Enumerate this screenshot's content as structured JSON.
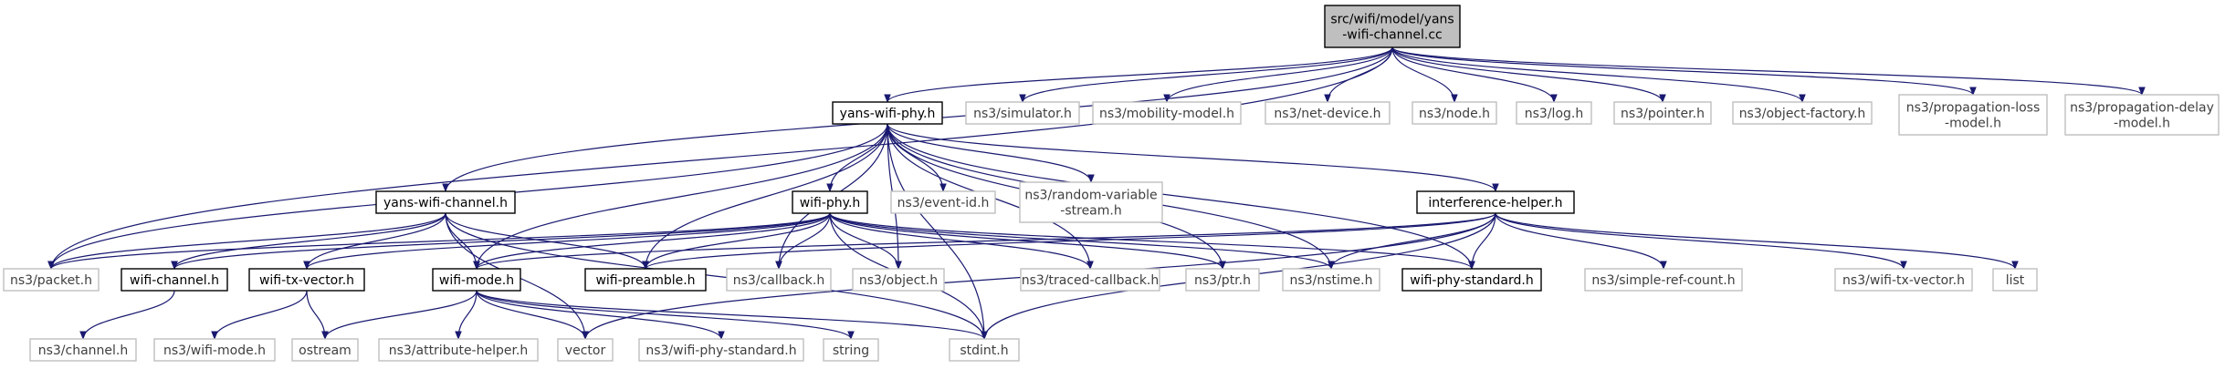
{
  "graph": {
    "colors": {
      "edge": "#191970",
      "root_fill": "#bfbfbf",
      "external_border": "#bfbfbf"
    },
    "nodes": [
      {
        "id": "root",
        "kind": "root",
        "lines": [
          "src/wifi/model/yans",
          "-wifi-channel.cc"
        ]
      },
      {
        "id": "yans-wifi-phy",
        "kind": "local",
        "lines": [
          "yans-wifi-phy.h"
        ]
      },
      {
        "id": "simulator",
        "kind": "external",
        "lines": [
          "ns3/simulator.h"
        ]
      },
      {
        "id": "mobility-model",
        "kind": "external",
        "lines": [
          "ns3/mobility-model.h"
        ]
      },
      {
        "id": "net-device",
        "kind": "external",
        "lines": [
          "ns3/net-device.h"
        ]
      },
      {
        "id": "node",
        "kind": "external",
        "lines": [
          "ns3/node.h"
        ]
      },
      {
        "id": "log",
        "kind": "external",
        "lines": [
          "ns3/log.h"
        ]
      },
      {
        "id": "pointer",
        "kind": "external",
        "lines": [
          "ns3/pointer.h"
        ]
      },
      {
        "id": "object-factory",
        "kind": "external",
        "lines": [
          "ns3/object-factory.h"
        ]
      },
      {
        "id": "propagation-loss",
        "kind": "external",
        "lines": [
          "ns3/propagation-loss",
          "-model.h"
        ]
      },
      {
        "id": "propagation-delay",
        "kind": "external",
        "lines": [
          "ns3/propagation-delay",
          "-model.h"
        ]
      },
      {
        "id": "yans-wifi-channel",
        "kind": "local",
        "lines": [
          "yans-wifi-channel.h"
        ]
      },
      {
        "id": "wifi-phy",
        "kind": "local",
        "lines": [
          "wifi-phy.h"
        ]
      },
      {
        "id": "event-id",
        "kind": "external",
        "lines": [
          "ns3/event-id.h"
        ]
      },
      {
        "id": "random-variable",
        "kind": "external",
        "lines": [
          "ns3/random-variable",
          "-stream.h"
        ]
      },
      {
        "id": "interference-helper",
        "kind": "local",
        "lines": [
          "interference-helper.h"
        ]
      },
      {
        "id": "packet",
        "kind": "external",
        "lines": [
          "ns3/packet.h"
        ]
      },
      {
        "id": "wifi-channel",
        "kind": "local",
        "lines": [
          "wifi-channel.h"
        ]
      },
      {
        "id": "wifi-tx-vector",
        "kind": "local",
        "lines": [
          "wifi-tx-vector.h"
        ]
      },
      {
        "id": "wifi-mode",
        "kind": "local",
        "lines": [
          "wifi-mode.h"
        ]
      },
      {
        "id": "wifi-preamble",
        "kind": "local",
        "lines": [
          "wifi-preamble.h"
        ]
      },
      {
        "id": "callback",
        "kind": "external",
        "lines": [
          "ns3/callback.h"
        ]
      },
      {
        "id": "object",
        "kind": "external",
        "lines": [
          "ns3/object.h"
        ]
      },
      {
        "id": "traced-callback",
        "kind": "external",
        "lines": [
          "ns3/traced-callback.h"
        ]
      },
      {
        "id": "ptr",
        "kind": "external",
        "lines": [
          "ns3/ptr.h"
        ]
      },
      {
        "id": "nstime",
        "kind": "external",
        "lines": [
          "ns3/nstime.h"
        ]
      },
      {
        "id": "wifi-phy-standard",
        "kind": "local",
        "lines": [
          "wifi-phy-standard.h"
        ]
      },
      {
        "id": "simple-ref-count",
        "kind": "external",
        "lines": [
          "ns3/simple-ref-count.h"
        ]
      },
      {
        "id": "ns3-wifi-tx-vector",
        "kind": "external",
        "lines": [
          "ns3/wifi-tx-vector.h"
        ]
      },
      {
        "id": "list",
        "kind": "external",
        "lines": [
          "list"
        ]
      },
      {
        "id": "channel",
        "kind": "external",
        "lines": [
          "ns3/channel.h"
        ]
      },
      {
        "id": "ns3-wifi-mode",
        "kind": "external",
        "lines": [
          "ns3/wifi-mode.h"
        ]
      },
      {
        "id": "ostream",
        "kind": "external",
        "lines": [
          "ostream"
        ]
      },
      {
        "id": "attribute-helper",
        "kind": "external",
        "lines": [
          "ns3/attribute-helper.h"
        ]
      },
      {
        "id": "vector",
        "kind": "external",
        "lines": [
          "vector"
        ]
      },
      {
        "id": "ns3-wifi-phy-standard",
        "kind": "external",
        "lines": [
          "ns3/wifi-phy-standard.h"
        ]
      },
      {
        "id": "string",
        "kind": "external",
        "lines": [
          "string"
        ]
      },
      {
        "id": "stdint",
        "kind": "external",
        "lines": [
          "stdint.h"
        ]
      }
    ],
    "edges": [
      [
        "root",
        "yans-wifi-phy"
      ],
      [
        "root",
        "simulator"
      ],
      [
        "root",
        "mobility-model"
      ],
      [
        "root",
        "net-device"
      ],
      [
        "root",
        "node"
      ],
      [
        "root",
        "log"
      ],
      [
        "root",
        "pointer"
      ],
      [
        "root",
        "object-factory"
      ],
      [
        "root",
        "propagation-loss"
      ],
      [
        "root",
        "propagation-delay"
      ],
      [
        "root",
        "yans-wifi-channel"
      ],
      [
        "root",
        "packet"
      ],
      [
        "yans-wifi-phy",
        "wifi-phy"
      ],
      [
        "yans-wifi-phy",
        "event-id"
      ],
      [
        "yans-wifi-phy",
        "random-variable"
      ],
      [
        "yans-wifi-phy",
        "interference-helper"
      ],
      [
        "yans-wifi-phy",
        "packet"
      ],
      [
        "yans-wifi-phy",
        "wifi-mode"
      ],
      [
        "yans-wifi-phy",
        "wifi-preamble"
      ],
      [
        "yans-wifi-phy",
        "callback"
      ],
      [
        "yans-wifi-phy",
        "object"
      ],
      [
        "yans-wifi-phy",
        "traced-callback"
      ],
      [
        "yans-wifi-phy",
        "ptr"
      ],
      [
        "yans-wifi-phy",
        "nstime"
      ],
      [
        "yans-wifi-phy",
        "wifi-phy-standard"
      ],
      [
        "yans-wifi-phy",
        "stdint"
      ],
      [
        "yans-wifi-channel",
        "packet"
      ],
      [
        "yans-wifi-channel",
        "wifi-channel"
      ],
      [
        "yans-wifi-channel",
        "wifi-tx-vector"
      ],
      [
        "yans-wifi-channel",
        "wifi-mode"
      ],
      [
        "yans-wifi-channel",
        "wifi-preamble"
      ],
      [
        "yans-wifi-channel",
        "vector"
      ],
      [
        "yans-wifi-channel",
        "stdint"
      ],
      [
        "wifi-phy",
        "packet"
      ],
      [
        "wifi-phy",
        "wifi-channel"
      ],
      [
        "wifi-phy",
        "wifi-tx-vector"
      ],
      [
        "wifi-phy",
        "wifi-mode"
      ],
      [
        "wifi-phy",
        "wifi-preamble"
      ],
      [
        "wifi-phy",
        "callback"
      ],
      [
        "wifi-phy",
        "object"
      ],
      [
        "wifi-phy",
        "traced-callback"
      ],
      [
        "wifi-phy",
        "ptr"
      ],
      [
        "wifi-phy",
        "nstime"
      ],
      [
        "wifi-phy",
        "wifi-phy-standard"
      ],
      [
        "wifi-phy",
        "stdint"
      ],
      [
        "interference-helper",
        "wifi-mode"
      ],
      [
        "interference-helper",
        "wifi-preamble"
      ],
      [
        "interference-helper",
        "nstime"
      ],
      [
        "interference-helper",
        "wifi-phy-standard"
      ],
      [
        "interference-helper",
        "simple-ref-count"
      ],
      [
        "interference-helper",
        "ns3-wifi-tx-vector"
      ],
      [
        "interference-helper",
        "list"
      ],
      [
        "interference-helper",
        "vector"
      ],
      [
        "interference-helper",
        "stdint"
      ],
      [
        "wifi-channel",
        "channel"
      ],
      [
        "wifi-tx-vector",
        "ns3-wifi-mode"
      ],
      [
        "wifi-tx-vector",
        "ostream"
      ],
      [
        "wifi-mode",
        "ostream"
      ],
      [
        "wifi-mode",
        "attribute-helper"
      ],
      [
        "wifi-mode",
        "vector"
      ],
      [
        "wifi-mode",
        "ns3-wifi-phy-standard"
      ],
      [
        "wifi-mode",
        "string"
      ],
      [
        "wifi-mode",
        "stdint"
      ]
    ]
  }
}
